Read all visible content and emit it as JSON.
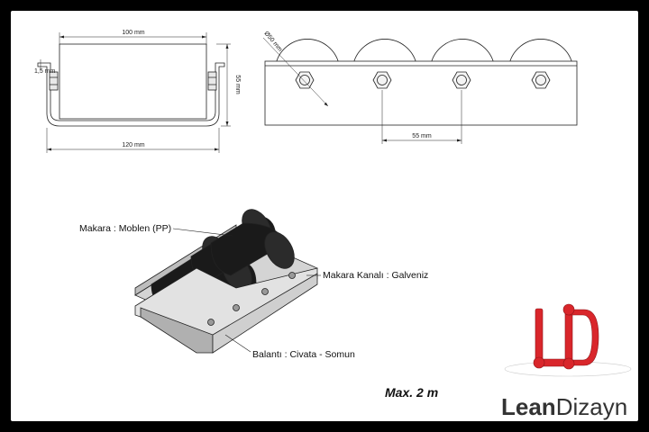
{
  "dimensions": {
    "width_top": "100 mm",
    "width_bottom": "120 mm",
    "height": "55 mm",
    "thickness": "1,5 mm",
    "diameter": "Ø50 mm",
    "spacing": "55 mm"
  },
  "labels": {
    "roller": "Makara : Moblen (PP)",
    "channel": "Makara Kanalı : Galveniz",
    "fastener": "Balantı : Civata - Somun"
  },
  "max_length": "Max. 2 m",
  "brand": {
    "bold": "Lean",
    "light": "Dizayn",
    "logo_letters": "LD"
  },
  "colors": {
    "background": "#000000",
    "paper": "#ffffff",
    "logo": "#d9262b",
    "brand_text": "#333333",
    "roller": "#1a1a1a"
  },
  "icons": [
    "hex-nut-icon",
    "roller-icon",
    "ld-logo-icon"
  ]
}
